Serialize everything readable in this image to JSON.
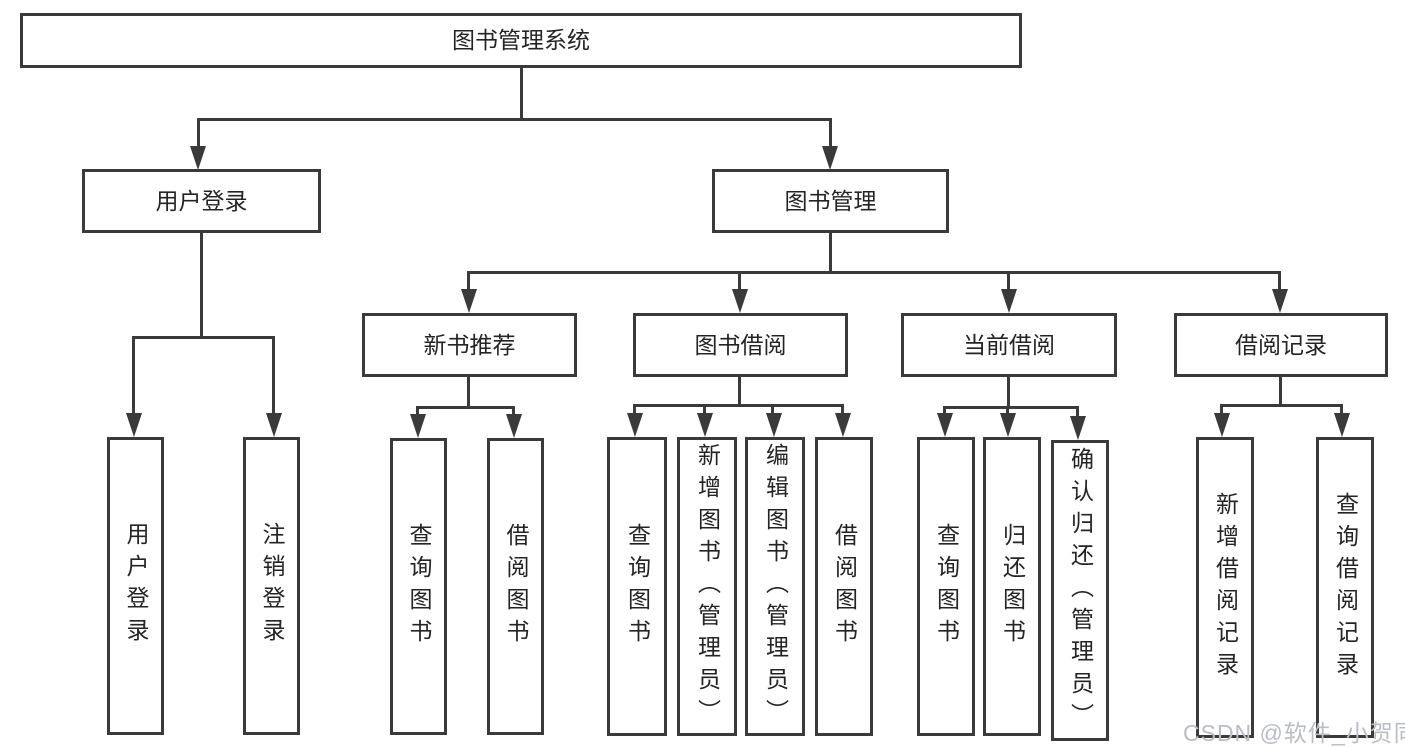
{
  "tree": {
    "root": "图书管理系统",
    "children": [
      {
        "label": "用户登录",
        "children": [
          {
            "label": "用户登录"
          },
          {
            "label": "注销登录"
          }
        ]
      },
      {
        "label": "图书管理",
        "children": [
          {
            "label": "新书推荐",
            "children": [
              {
                "label": "查询图书"
              },
              {
                "label": "借阅图书"
              }
            ]
          },
          {
            "label": "图书借阅",
            "children": [
              {
                "label": "查询图书"
              },
              {
                "label": "新增图书（管理员）"
              },
              {
                "label": "编辑图书（管理员）"
              },
              {
                "label": "借阅图书"
              }
            ]
          },
          {
            "label": "当前借阅",
            "children": [
              {
                "label": "查询图书"
              },
              {
                "label": "归还图书"
              },
              {
                "label": "确认归还（管理员）"
              }
            ]
          },
          {
            "label": "借阅记录",
            "children": [
              {
                "label": "新增借阅记录"
              },
              {
                "label": "查询借阅记录"
              }
            ]
          }
        ]
      }
    ]
  },
  "watermark": {
    "text": "CSDN @软件_小贺同学"
  },
  "colors": {
    "line": "#3a3a3a",
    "text": "#242424",
    "box_background": "#ffffff",
    "watermark": "#b9bdc6"
  }
}
